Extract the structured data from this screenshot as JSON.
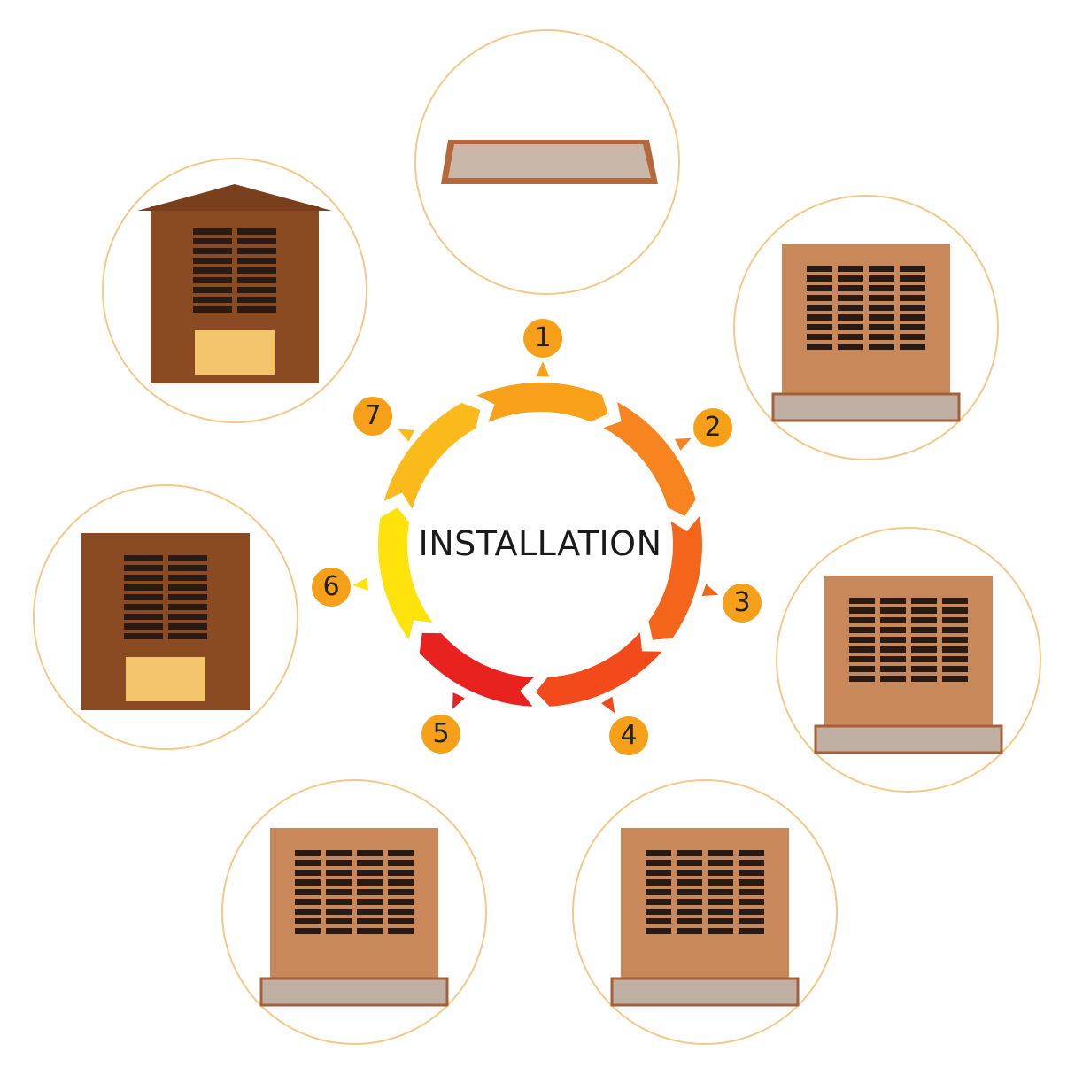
{
  "title": "INSTALLATION",
  "steps": [
    {
      "number": "1",
      "image": "floor-base"
    },
    {
      "number": "2",
      "image": "back-wall-on-floor"
    },
    {
      "number": "3",
      "image": "side-wall-added"
    },
    {
      "number": "4",
      "image": "both-side-walls"
    },
    {
      "number": "5",
      "image": "bench-installed"
    },
    {
      "number": "6",
      "image": "front-wall-door"
    },
    {
      "number": "7",
      "image": "roof-complete"
    }
  ],
  "colors": {
    "circle_border": "#f2c98a",
    "badge": "#f6a01a",
    "ring": [
      "#f9a11b",
      "#f7841e",
      "#f4651c",
      "#f24a1a",
      "#e8231f",
      "#fde30a",
      "#fbba1c"
    ]
  }
}
